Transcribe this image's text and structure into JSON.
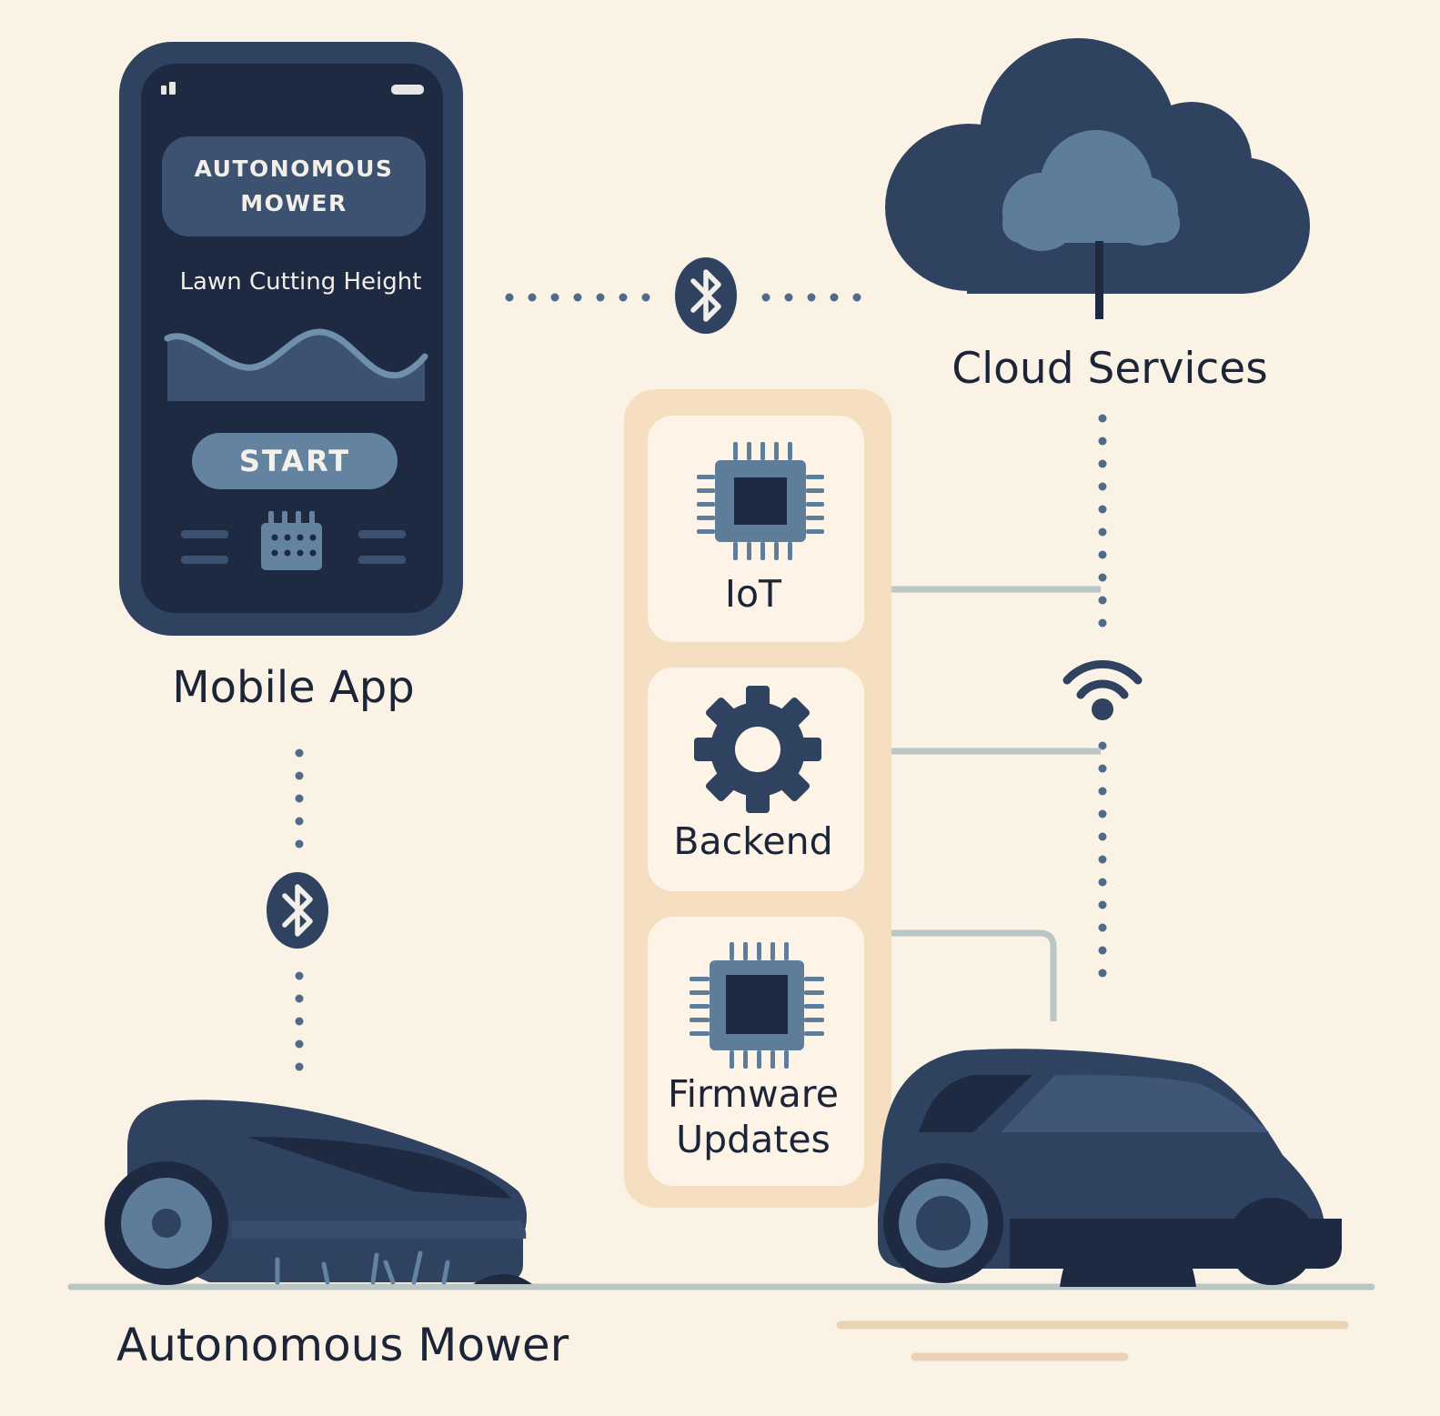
{
  "phone": {
    "title": "AUTONOMOUS\nMOWER",
    "subtitle": "Lawn Cutting Height",
    "start_label": "START"
  },
  "labels": {
    "mobile_app": "Mobile App",
    "cloud_services": "Cloud Services",
    "autonomous_mower": "Autonomous Mower"
  },
  "services": [
    {
      "label": "IoT",
      "icon": "chip-icon"
    },
    {
      "label": "Backend",
      "icon": "gear-icon"
    },
    {
      "label": "Firmware\nUpdates",
      "icon": "chip-icon"
    }
  ],
  "connections": {
    "phone_cloud": "bluetooth-icon",
    "phone_mower": "bluetooth-icon",
    "cloud_vehicle": "wifi-icon"
  },
  "colors": {
    "background": "#fbf2e6",
    "navy": "#2c3b58",
    "dark_navy": "#1e2a42",
    "steel_blue": "#5d7d9b",
    "panel": "#f6dfc1",
    "card": "#fdf4e7",
    "line": "#b9c6c5"
  }
}
